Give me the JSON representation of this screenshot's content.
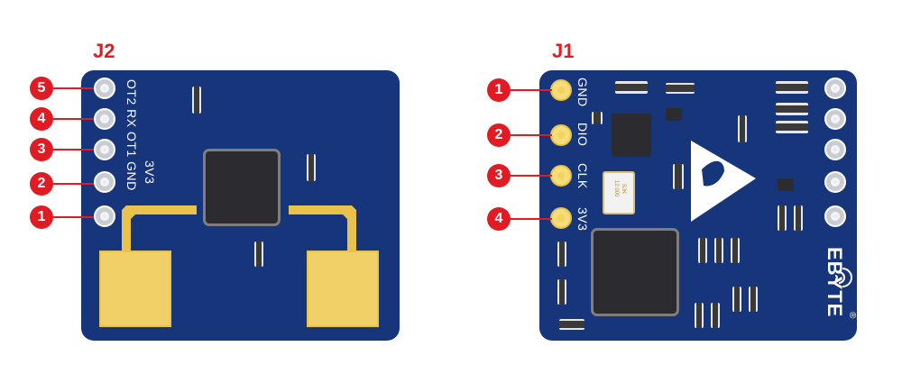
{
  "left": {
    "header": "J2",
    "pins": [
      "5",
      "4",
      "3",
      "2",
      "1"
    ],
    "silk_text": [
      "OT2  RX  OT1 GND",
      "3V3"
    ]
  },
  "right": {
    "header": "J1",
    "pins": [
      "1",
      "2",
      "3",
      "4"
    ],
    "pin_labels": [
      "GND",
      "DIO",
      "CLK",
      "3V3"
    ],
    "crystal_label": [
      "SJK",
      "12.000"
    ],
    "brand": "EBYTE",
    "registered": "®"
  },
  "colors": {
    "board": "#17357a",
    "badge": "#e01b24",
    "gold": "#e7c24b"
  }
}
